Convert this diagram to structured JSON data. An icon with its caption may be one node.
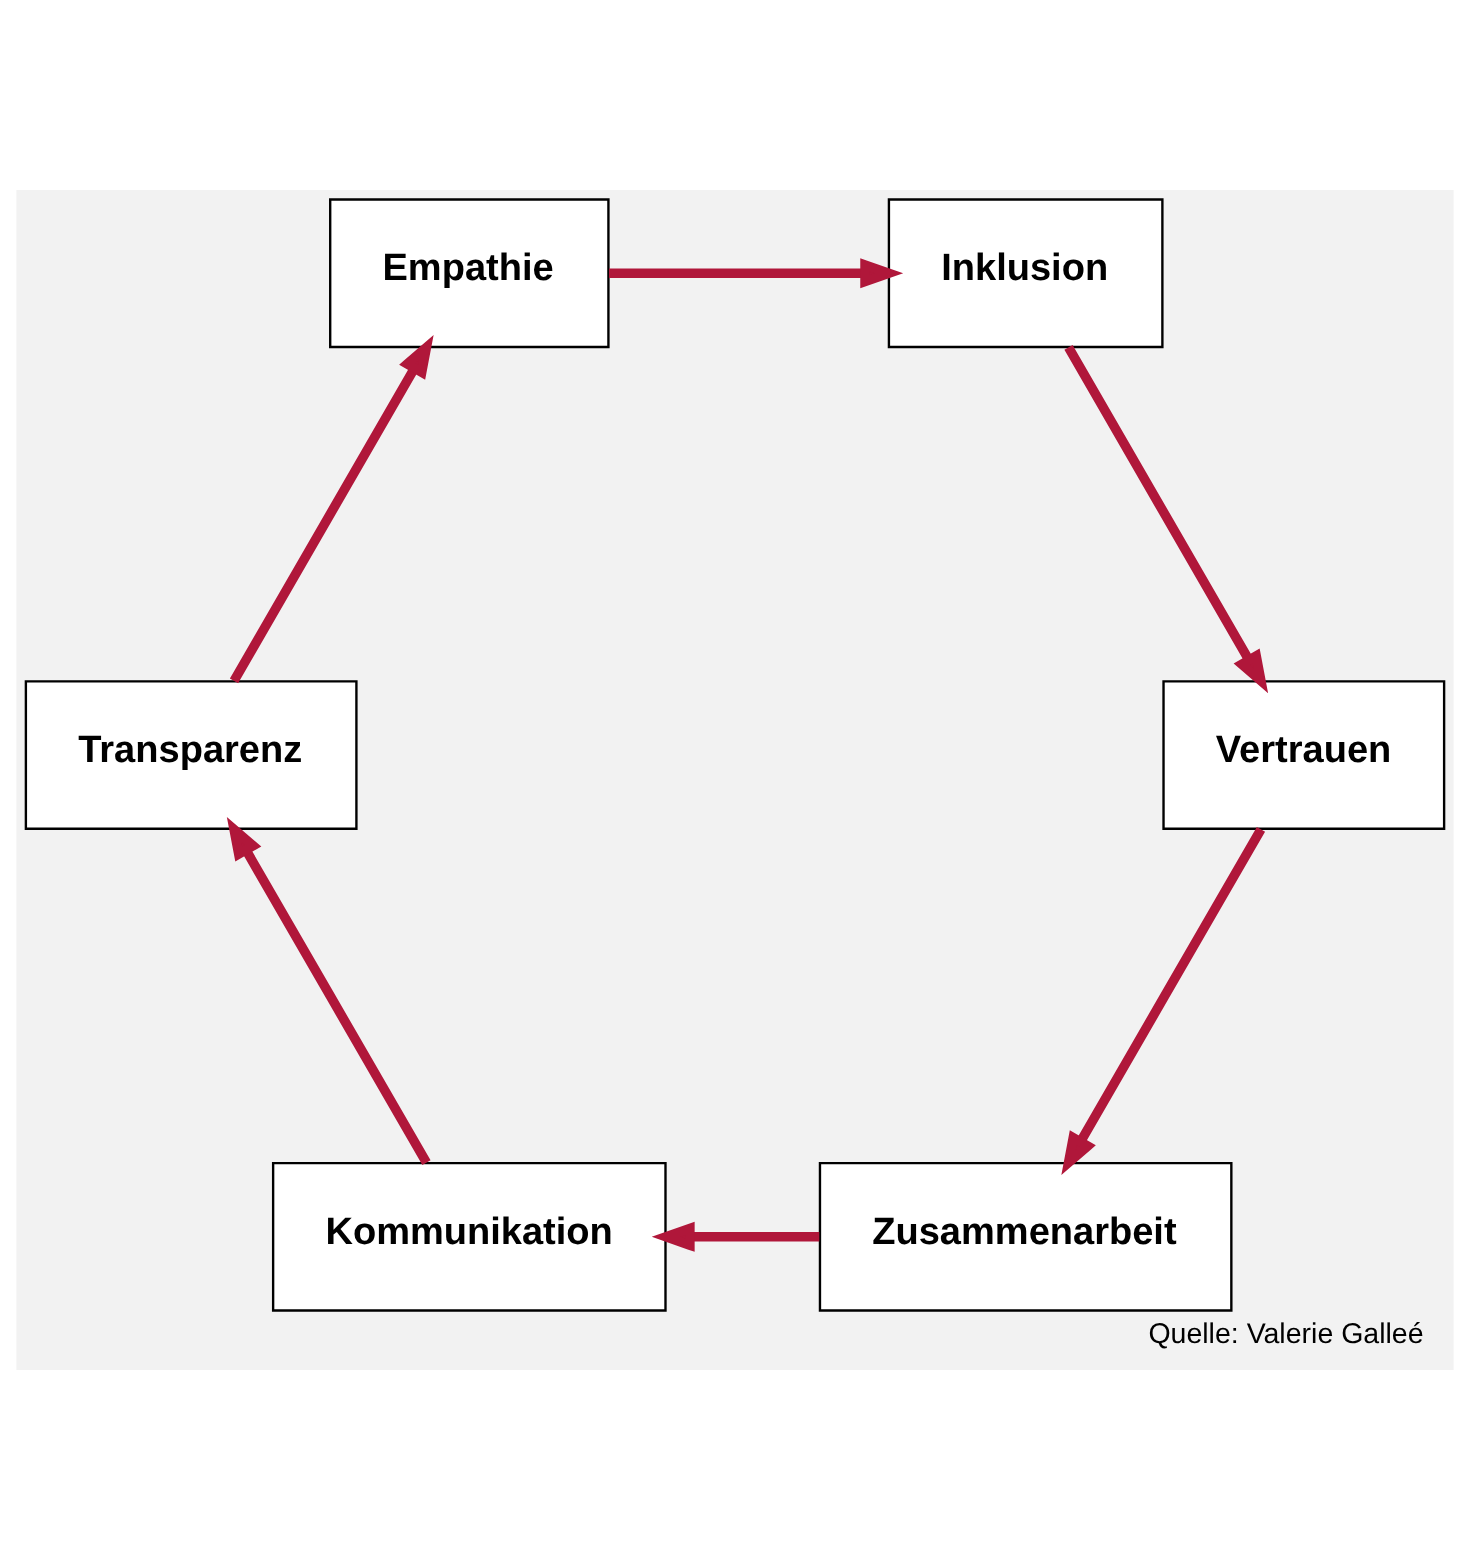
{
  "diagram": {
    "caption": "Quelle: Valerie Galleé",
    "nodes": [
      {
        "text": [
          "Zusammenarbeit"
        ]
      },
      {
        "text": [
          "Kommunikation"
        ]
      },
      {
        "text": [
          "Transparenz"
        ]
      },
      {
        "text": [
          "Empathie"
        ]
      },
      {
        "text": [
          "Inklusion"
        ]
      },
      {
        "text": [
          "Vertrauen"
        ]
      }
    ],
    "edges": [
      {
        "from": 0,
        "to": 1,
        "arrow": "to"
      },
      {
        "from": 1,
        "to": 2,
        "arrow": "to"
      },
      {
        "from": 2,
        "to": 3,
        "arrow": "to"
      },
      {
        "from": 3,
        "to": 4,
        "arrow": "to"
      },
      {
        "from": 4,
        "to": 5,
        "arrow": "to"
      },
      {
        "from": 5,
        "to": 0,
        "arrow": "to"
      }
    ]
  }
}
